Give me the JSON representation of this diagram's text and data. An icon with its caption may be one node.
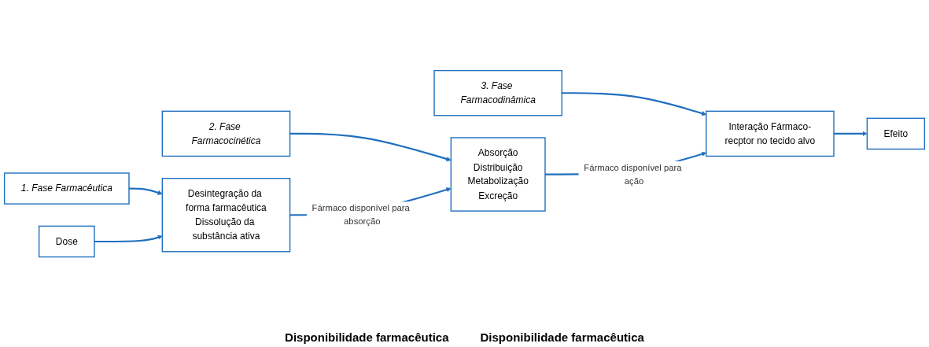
{
  "diagram": {
    "nodes": [
      {
        "text": [
          "1. Fase Farmacêutica"
        ]
      },
      {
        "text": [
          "2. Fase Farmacocinética"
        ]
      },
      {
        "text": [
          "3. Fase Farmacodinâmica"
        ]
      },
      {
        "text": [
          "Dose"
        ]
      },
      {
        "text": [
          "Desintegração da forma farmacêutica",
          "Dissolução da substância ativa"
        ]
      },
      {
        "text": [
          "Absorção",
          "Distribuição",
          "Metabolização",
          "Excreção"
        ]
      },
      {
        "text": [
          "Interação Fármaco-recptor no tecido alvo"
        ]
      },
      {
        "text": [
          "Efeito"
        ]
      }
    ],
    "edges": [
      {
        "from": 0,
        "to": 4,
        "arrow": "to"
      },
      {
        "from": 1,
        "to": 5,
        "arrow": "to"
      },
      {
        "from": 2,
        "to": 6,
        "arrow": "to"
      },
      {
        "from": 3,
        "to": 4,
        "arrow": "to"
      },
      {
        "from": 4,
        "to": 5,
        "arrow": "to",
        "label": "Fármaco disponível para absorção"
      },
      {
        "from": 5,
        "to": 6,
        "arrow": "to",
        "label": "Fármaco disponível para ação"
      },
      {
        "from": 6,
        "to": 7,
        "arrow": "to"
      }
    ],
    "labels": [
      "Disponibilidade farmacêutica",
      "Disponibilidade farmacêutica"
    ]
  }
}
